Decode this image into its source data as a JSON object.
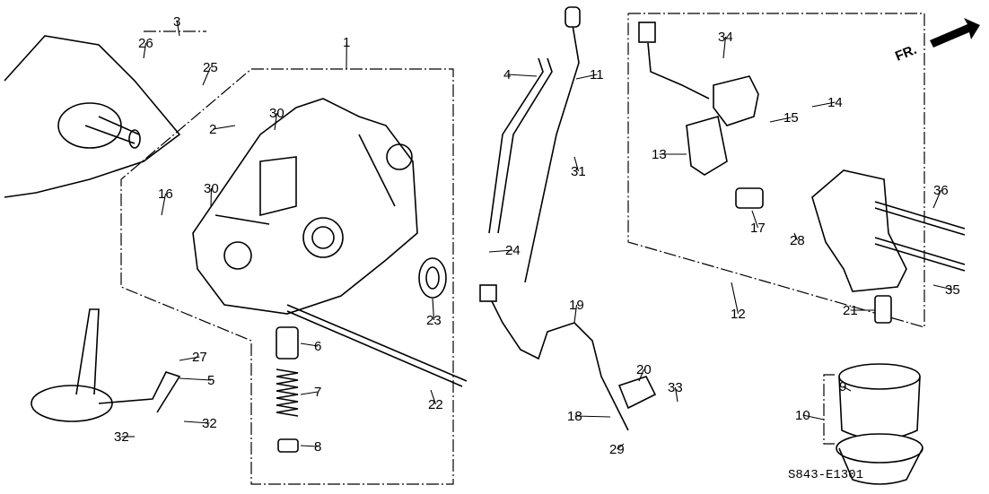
{
  "diagram": {
    "code": "S843-E1301",
    "direction_label": "FR.",
    "callouts": [
      "1",
      "2",
      "3",
      "4",
      "5",
      "6",
      "7",
      "8",
      "9",
      "10",
      "11",
      "12",
      "13",
      "14",
      "15",
      "16",
      "17",
      "18",
      "19",
      "20",
      "21",
      "22",
      "23",
      "24",
      "25",
      "26",
      "27",
      "28",
      "29",
      "30",
      "30",
      "31",
      "32",
      "32",
      "33",
      "34",
      "35",
      "36"
    ]
  }
}
